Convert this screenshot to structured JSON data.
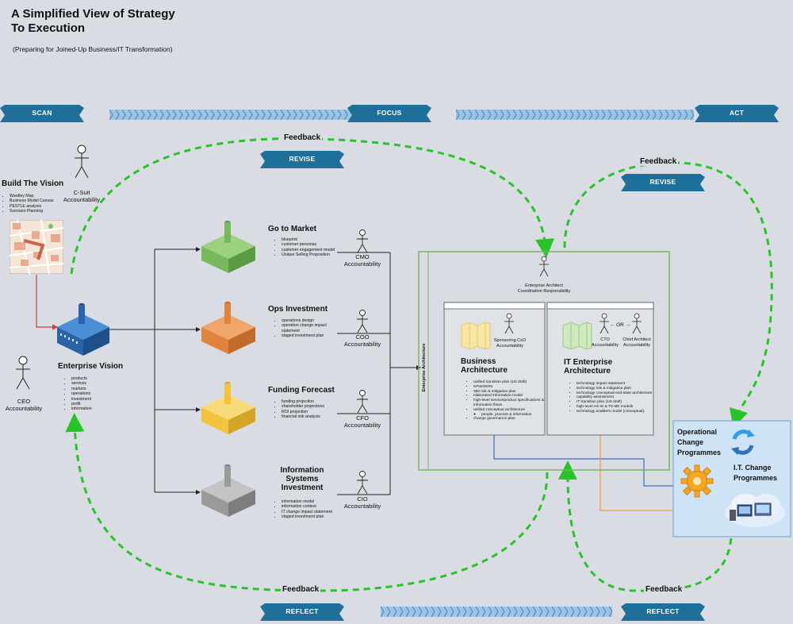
{
  "title": "A Simplified View of Strategy\nTo Execution",
  "subtitle": "(Preparing for Joined-Up Business/IT Transformation)",
  "colors": {
    "ribbon": "#1f6f9b",
    "feedback": "#27c427",
    "green": "#77b85c",
    "orange": "#e0833c",
    "yellow": "#f2c43e",
    "grey": "#9a9a9a",
    "blue": "#2e73b8"
  },
  "ribbons": {
    "scan": "SCAN",
    "focus": "FOCUS",
    "act": "ACT",
    "revise1": "REVISE",
    "revise2": "REVISE",
    "reflect1": "REFLECT",
    "reflect2": "REFLECT"
  },
  "feedback": {
    "top": "Feedback",
    "right": "Feedback",
    "bottom_left": "Feedback",
    "bottom_right": "Feedback"
  },
  "vision": {
    "heading": "Build The Vision",
    "items": [
      "Wardley Map",
      "Business Model Canvas",
      "PESTLE analysis",
      "Scenario Planning"
    ],
    "csuit": "C-Suit\nAccountability",
    "ceo": "CEO\nAccountability"
  },
  "enterprise_vision": {
    "heading": "Enterprise Vision",
    "items": [
      "products",
      "services",
      "markets",
      "operations",
      "investment",
      "profit",
      "information"
    ]
  },
  "streams": [
    {
      "heading": "Go to Market",
      "items": [
        "blueprint",
        "customer personas",
        "customer engagement model",
        "Unique Selling Proposition"
      ],
      "actor": "CMO\nAccountability"
    },
    {
      "heading": "Ops Investment",
      "items": [
        "operations design",
        "operation change impact statement",
        "staged investment plan"
      ],
      "actor": "COO\nAccountability"
    },
    {
      "heading": "Funding Forecast",
      "items": [
        "funding projection",
        "shareholder projections",
        "ROI projection",
        "financial risk analysis"
      ],
      "actor": "CFO\nAccountability"
    },
    {
      "heading": "Information\nSystems\nInvestment",
      "items": [
        "information model",
        "information context",
        "IT change impact statement",
        "staged investment plan"
      ],
      "actor": "CIO\nAccountability"
    }
  ],
  "ea": {
    "side_label": "Enterprise Architecture",
    "architect": "Enterprise Architect\nCoordination Responsibility",
    "business": {
      "title": "Business\nArchitecture",
      "actor": "Sponsoring CxO\nAccountability",
      "items": [
        "unified transition plan (1st draft)",
        "KPIs/OKRs",
        "360 risk & mitigation plan",
        "elaborated information model",
        "high-level service/product specifications & information flows",
        "unified conceptual architecture"
      ],
      "subitems": [
        "people, process & information"
      ],
      "last": "change governance plan"
    },
    "it": {
      "title": "IT  Enterprise\nArchitecture",
      "cto": "CTO\nAccountability",
      "or": "← OR →",
      "chief": "Chief Architect\nAccountability",
      "items": [
        "technology impact statement",
        "technology risk & mitigation plan",
        "technology conceptual end-state architecture",
        "capability assessment",
        "IT transition plan (1st draft)",
        "high-level AS-IS & TO-BE models",
        "technology enablers model (conceptual)."
      ]
    }
  },
  "programmes": {
    "ops": "Operational\nChange\nProgrammes",
    "it": "I.T. Change\nProgrammes"
  }
}
